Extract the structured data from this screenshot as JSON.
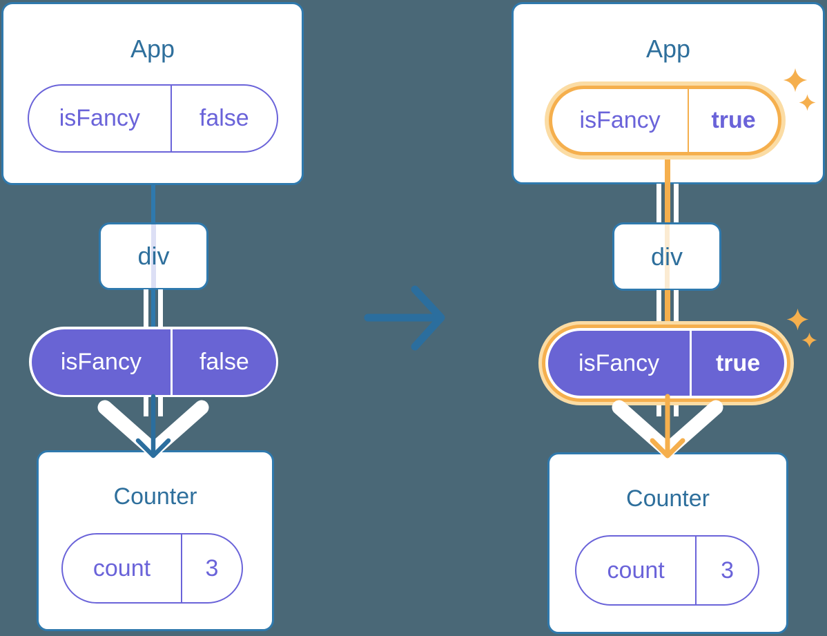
{
  "colors": {
    "background": "#4A6877",
    "card_border": "#2F79AD",
    "title_text": "#2E6F9C",
    "purple": "#6A63D9",
    "purple_fill": "#6964D4",
    "orange": "#F5AF4D",
    "orange_halo": "#FBDCA4",
    "pale_purple_line": "#DCDFF5",
    "pale_orange_line": "#FBEBD2",
    "arrow_blue": "#2B6E9E",
    "white": "#FFFFFF"
  },
  "icons": {
    "transition": "right-arrow-icon",
    "prop_flow": "down-arrow-icon",
    "highlight": "sparkle-icon"
  },
  "before": {
    "app": {
      "title": "App",
      "prop": {
        "key": "isFancy",
        "value": "false"
      }
    },
    "div": {
      "label": "div"
    },
    "passed_prop": {
      "key": "isFancy",
      "value": "false"
    },
    "counter": {
      "title": "Counter",
      "state": {
        "key": "count",
        "value": "3"
      }
    }
  },
  "after": {
    "app": {
      "title": "App",
      "prop": {
        "key": "isFancy",
        "value": "true"
      }
    },
    "div": {
      "label": "div"
    },
    "passed_prop": {
      "key": "isFancy",
      "value": "true"
    },
    "counter": {
      "title": "Counter",
      "state": {
        "key": "count",
        "value": "3"
      }
    }
  }
}
